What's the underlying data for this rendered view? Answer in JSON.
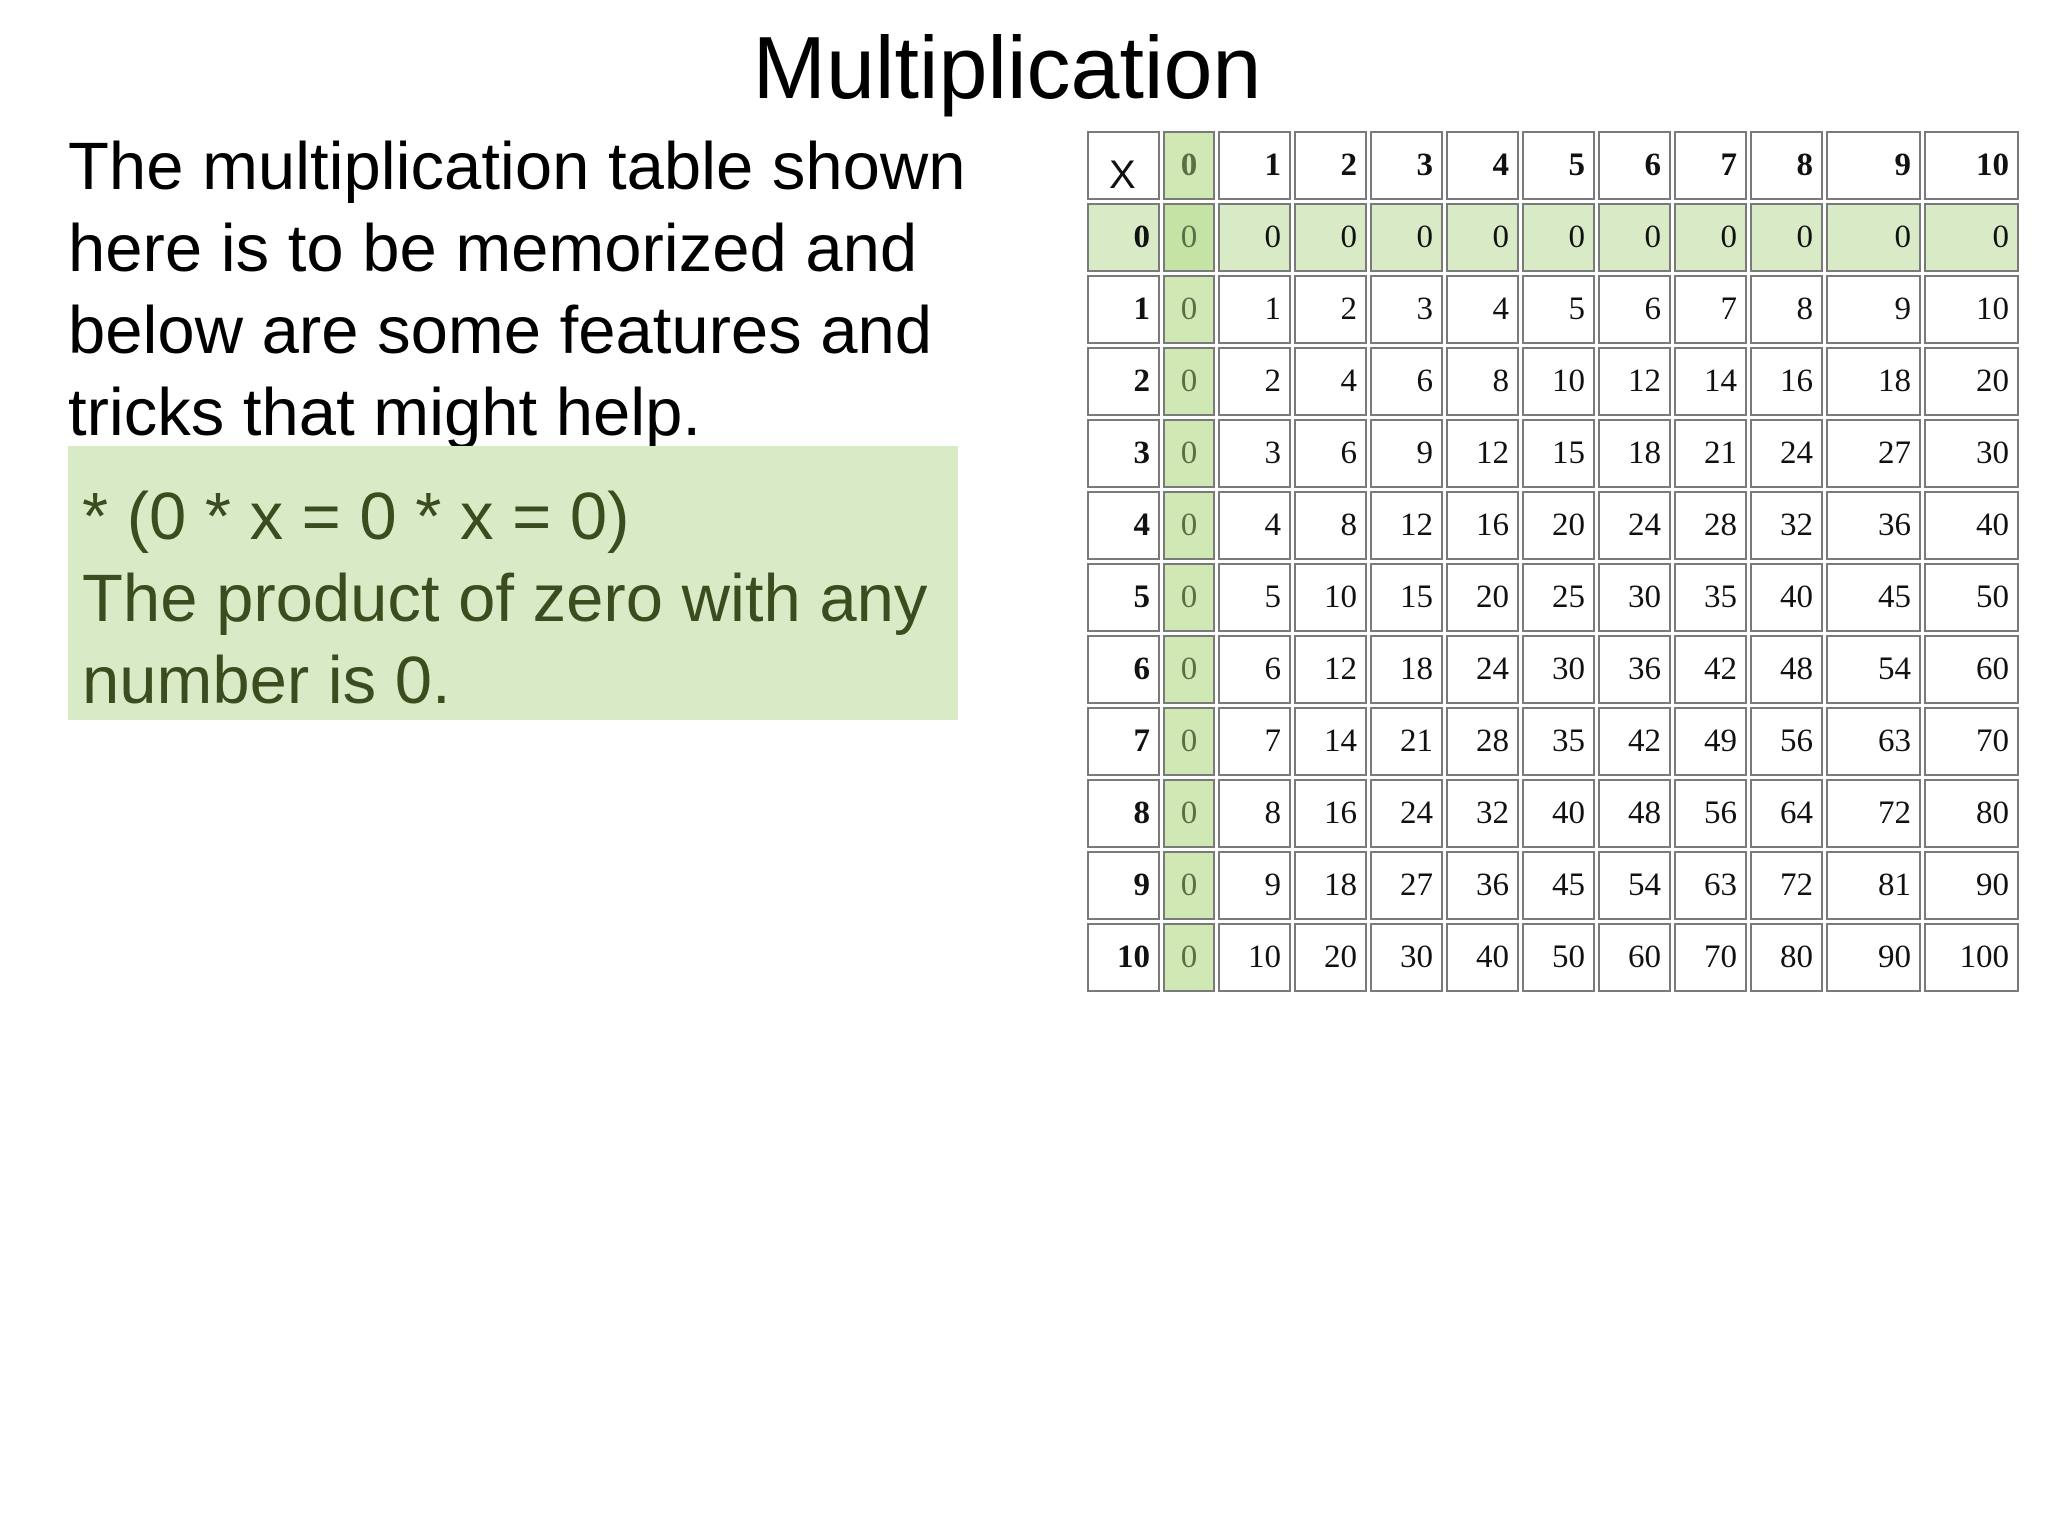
{
  "slide": {
    "title": "Multiplication",
    "intro": "The multiplication table shown here is to be memorized and below are some features and tricks that might help.",
    "tip": {
      "rule": "*  (0 * x = 0 * x = 0)",
      "line1": "The product of zero with any",
      "line2": "number is 0."
    },
    "colors": {
      "highlight_box": "#d9ebc6",
      "highlight_text": "#3b4d1f",
      "zero_column": "#cfe8b4"
    }
  },
  "table": {
    "corner": "X",
    "col_headers": [
      "0",
      "1",
      "2",
      "3",
      "4",
      "5",
      "6",
      "7",
      "8",
      "9",
      "10"
    ],
    "rows": [
      {
        "header": "0",
        "cells": [
          "0",
          "0",
          "0",
          "0",
          "0",
          "0",
          "0",
          "0",
          "0",
          "0",
          "0"
        ]
      },
      {
        "header": "1",
        "cells": [
          "0",
          "1",
          "2",
          "3",
          "4",
          "5",
          "6",
          "7",
          "8",
          "9",
          "10"
        ]
      },
      {
        "header": "2",
        "cells": [
          "0",
          "2",
          "4",
          "6",
          "8",
          "10",
          "12",
          "14",
          "16",
          "18",
          "20"
        ]
      },
      {
        "header": "3",
        "cells": [
          "0",
          "3",
          "6",
          "9",
          "12",
          "15",
          "18",
          "21",
          "24",
          "27",
          "30"
        ]
      },
      {
        "header": "4",
        "cells": [
          "0",
          "4",
          "8",
          "12",
          "16",
          "20",
          "24",
          "28",
          "32",
          "36",
          "40"
        ]
      },
      {
        "header": "5",
        "cells": [
          "0",
          "5",
          "10",
          "15",
          "20",
          "25",
          "30",
          "35",
          "40",
          "45",
          "50"
        ]
      },
      {
        "header": "6",
        "cells": [
          "0",
          "6",
          "12",
          "18",
          "24",
          "30",
          "36",
          "42",
          "48",
          "54",
          "60"
        ]
      },
      {
        "header": "7",
        "cells": [
          "0",
          "7",
          "14",
          "21",
          "28",
          "35",
          "42",
          "49",
          "56",
          "63",
          "70"
        ]
      },
      {
        "header": "8",
        "cells": [
          "0",
          "8",
          "16",
          "24",
          "32",
          "40",
          "48",
          "56",
          "64",
          "72",
          "80"
        ]
      },
      {
        "header": "9",
        "cells": [
          "0",
          "9",
          "18",
          "27",
          "36",
          "45",
          "54",
          "63",
          "72",
          "81",
          "90"
        ]
      },
      {
        "header": "10",
        "cells": [
          "0",
          "10",
          "20",
          "30",
          "40",
          "50",
          "60",
          "70",
          "80",
          "90",
          "100"
        ]
      }
    ]
  }
}
